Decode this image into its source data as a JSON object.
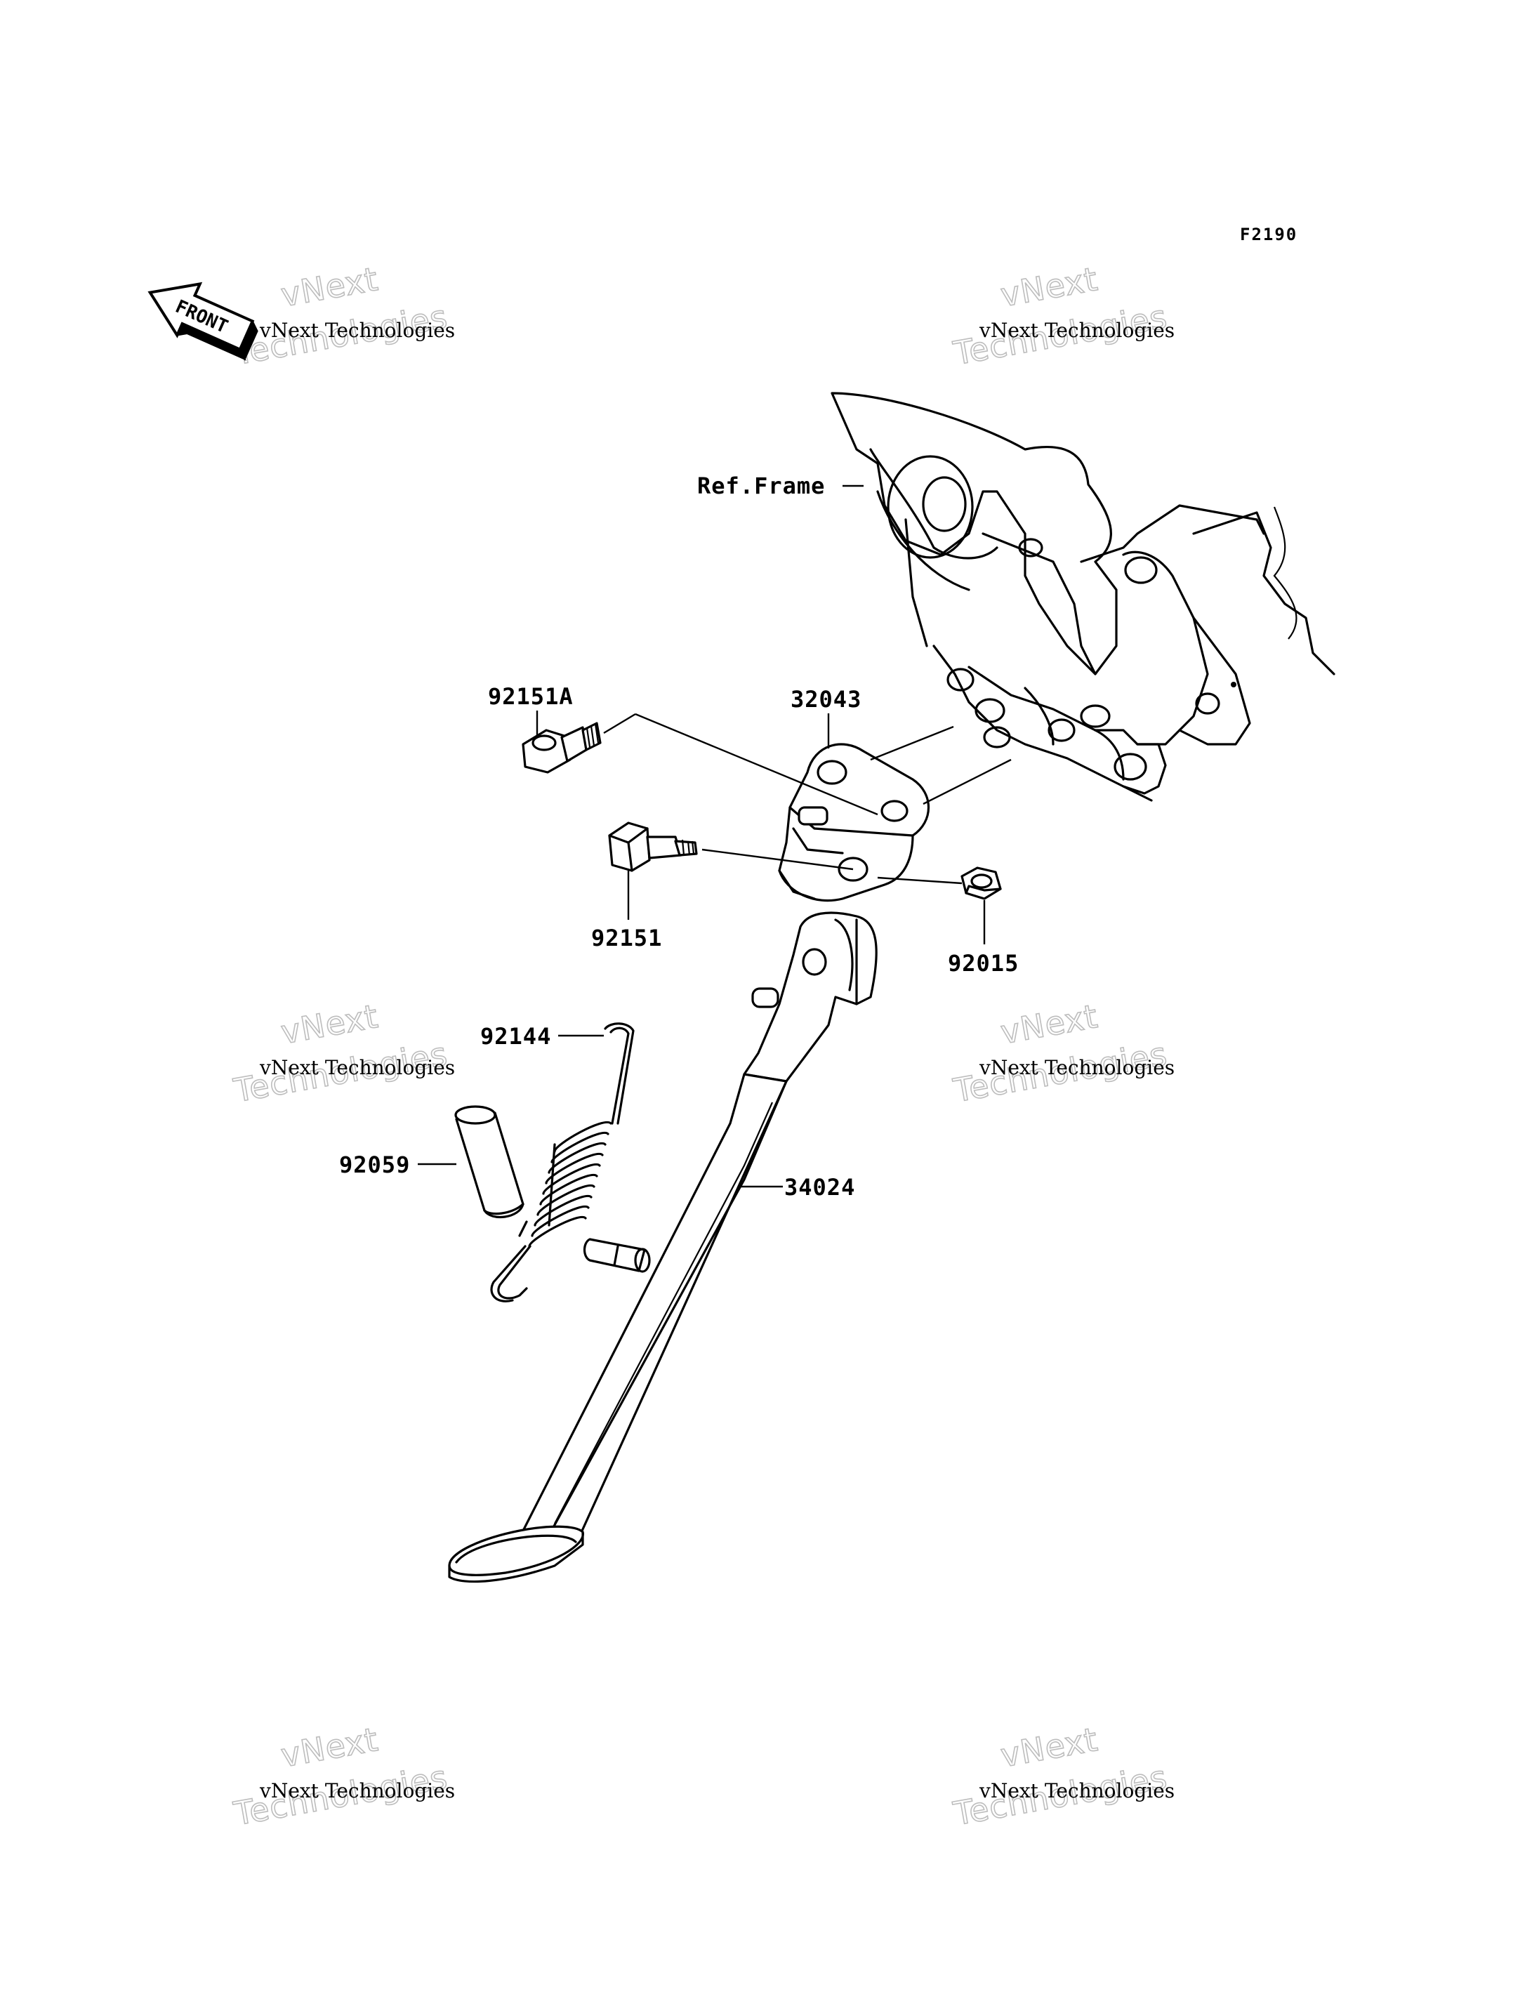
{
  "diagram_code": "F2190",
  "front_indicator": {
    "text": "FRONT",
    "icon": "front-arrow-icon"
  },
  "watermark": {
    "line1": "vNext Technologies",
    "big1": "vNext",
    "big2": "Technologies"
  },
  "reference": {
    "label": "Ref.Frame"
  },
  "parts": [
    {
      "id": "92151A",
      "name": "flange-bolt"
    },
    {
      "id": "32043",
      "name": "side-stand-bracket"
    },
    {
      "id": "92151",
      "name": "pivot-bolt"
    },
    {
      "id": "92015",
      "name": "nut"
    },
    {
      "id": "92144",
      "name": "spring"
    },
    {
      "id": "92059",
      "name": "collar"
    },
    {
      "id": "34024",
      "name": "side-stand"
    }
  ]
}
